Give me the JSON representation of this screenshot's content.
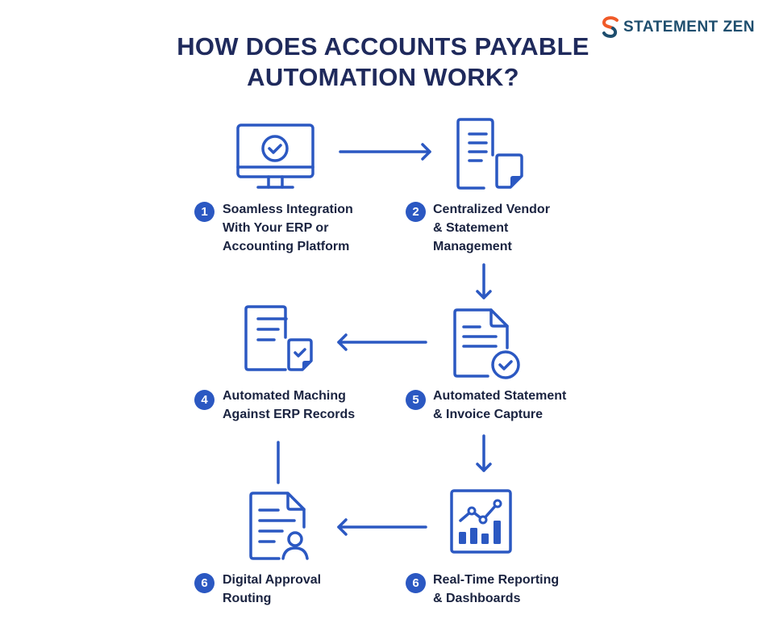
{
  "brand": {
    "name": "STATEMENT ZEN",
    "colors": {
      "orange": "#f05a28",
      "teal": "#1e4e6e"
    }
  },
  "title": {
    "line1": "HOW DOES ACCOUNTS PAYABLE",
    "line2": "AUTOMATION WORK?"
  },
  "accent": "#2b58c2",
  "steps": [
    {
      "number": "1",
      "lines": [
        "Soamless Integration",
        "With Your ERP or",
        "Accounting Platform"
      ],
      "icon": "monitor-check-icon"
    },
    {
      "number": "2",
      "lines": [
        "Centralized Vendor",
        "& Statement",
        "Management"
      ],
      "icon": "documents-icon"
    },
    {
      "number": "4",
      "lines": [
        "Automated Maching",
        "Against ERP Records"
      ],
      "icon": "document-check-icon"
    },
    {
      "number": "5",
      "lines": [
        "Automated Statement",
        "& Invoice Capture"
      ],
      "icon": "document-circle-check-icon"
    },
    {
      "number": "6",
      "lines": [
        "Digital Approval",
        "Routing"
      ],
      "icon": "document-user-icon"
    },
    {
      "number": "6",
      "lines": [
        "Real-Time Reporting",
        "& Dashboards"
      ],
      "icon": "chart-dashboard-icon"
    }
  ]
}
